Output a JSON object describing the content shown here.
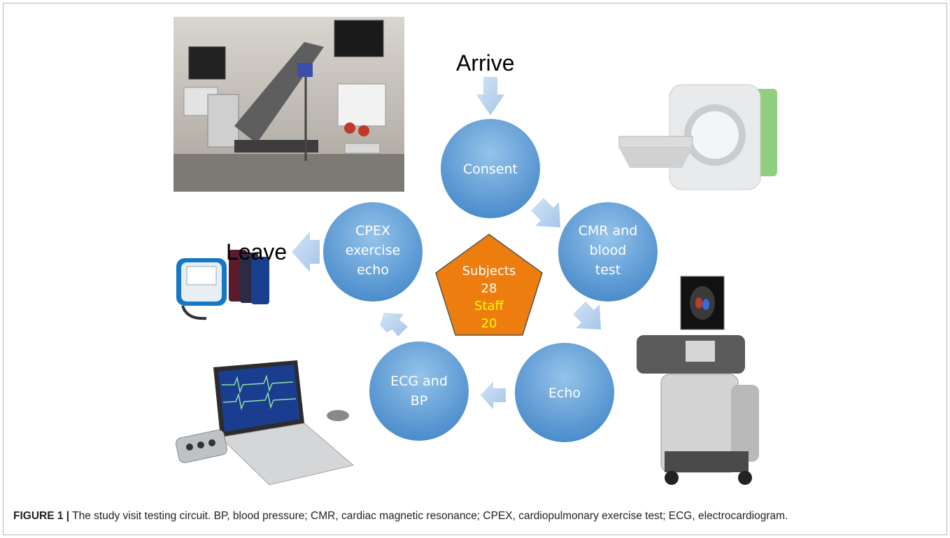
{
  "diagram": {
    "start_label": "Arrive",
    "end_label": "Leave",
    "stages": [
      {
        "id": "consent",
        "lines": [
          "Consent"
        ]
      },
      {
        "id": "cmr",
        "lines": [
          "CMR and",
          "blood",
          "test"
        ]
      },
      {
        "id": "echo",
        "lines": [
          "Echo"
        ]
      },
      {
        "id": "ecg",
        "lines": [
          "ECG and",
          "BP"
        ]
      },
      {
        "id": "cpex",
        "lines": [
          "CPEX",
          "exercise",
          "echo"
        ]
      }
    ],
    "center": {
      "subjects_label": "Subjects",
      "subjects_count": "28",
      "staff_label": "Staff",
      "staff_count": "20"
    },
    "photos": [
      {
        "name": "cpex-room-photo",
        "subject": "exercise echo room with tilting ergometer bed"
      },
      {
        "name": "mri-scanner-photo",
        "subject": "MRI scanner"
      },
      {
        "name": "bp-monitor-photo",
        "subject": "blood pressure monitor with cuffs"
      },
      {
        "name": "ultrasound-machine-photo",
        "subject": "echocardiography ultrasound cart"
      },
      {
        "name": "ecg-laptop-photo",
        "subject": "laptop with ECG recording device"
      }
    ]
  },
  "colors": {
    "circle_light": "#8fbde6",
    "circle_dark": "#4a8ccb",
    "arrow": "#b9d3ee",
    "pentagon": "#ed7d0f",
    "staff_text": "#ffff00"
  },
  "caption": {
    "label": "FIGURE 1 |",
    "text": "The study visit testing circuit. BP, blood pressure; CMR, cardiac magnetic resonance; CPEX, cardiopulmonary exercise test; ECG, electrocardiogram."
  }
}
